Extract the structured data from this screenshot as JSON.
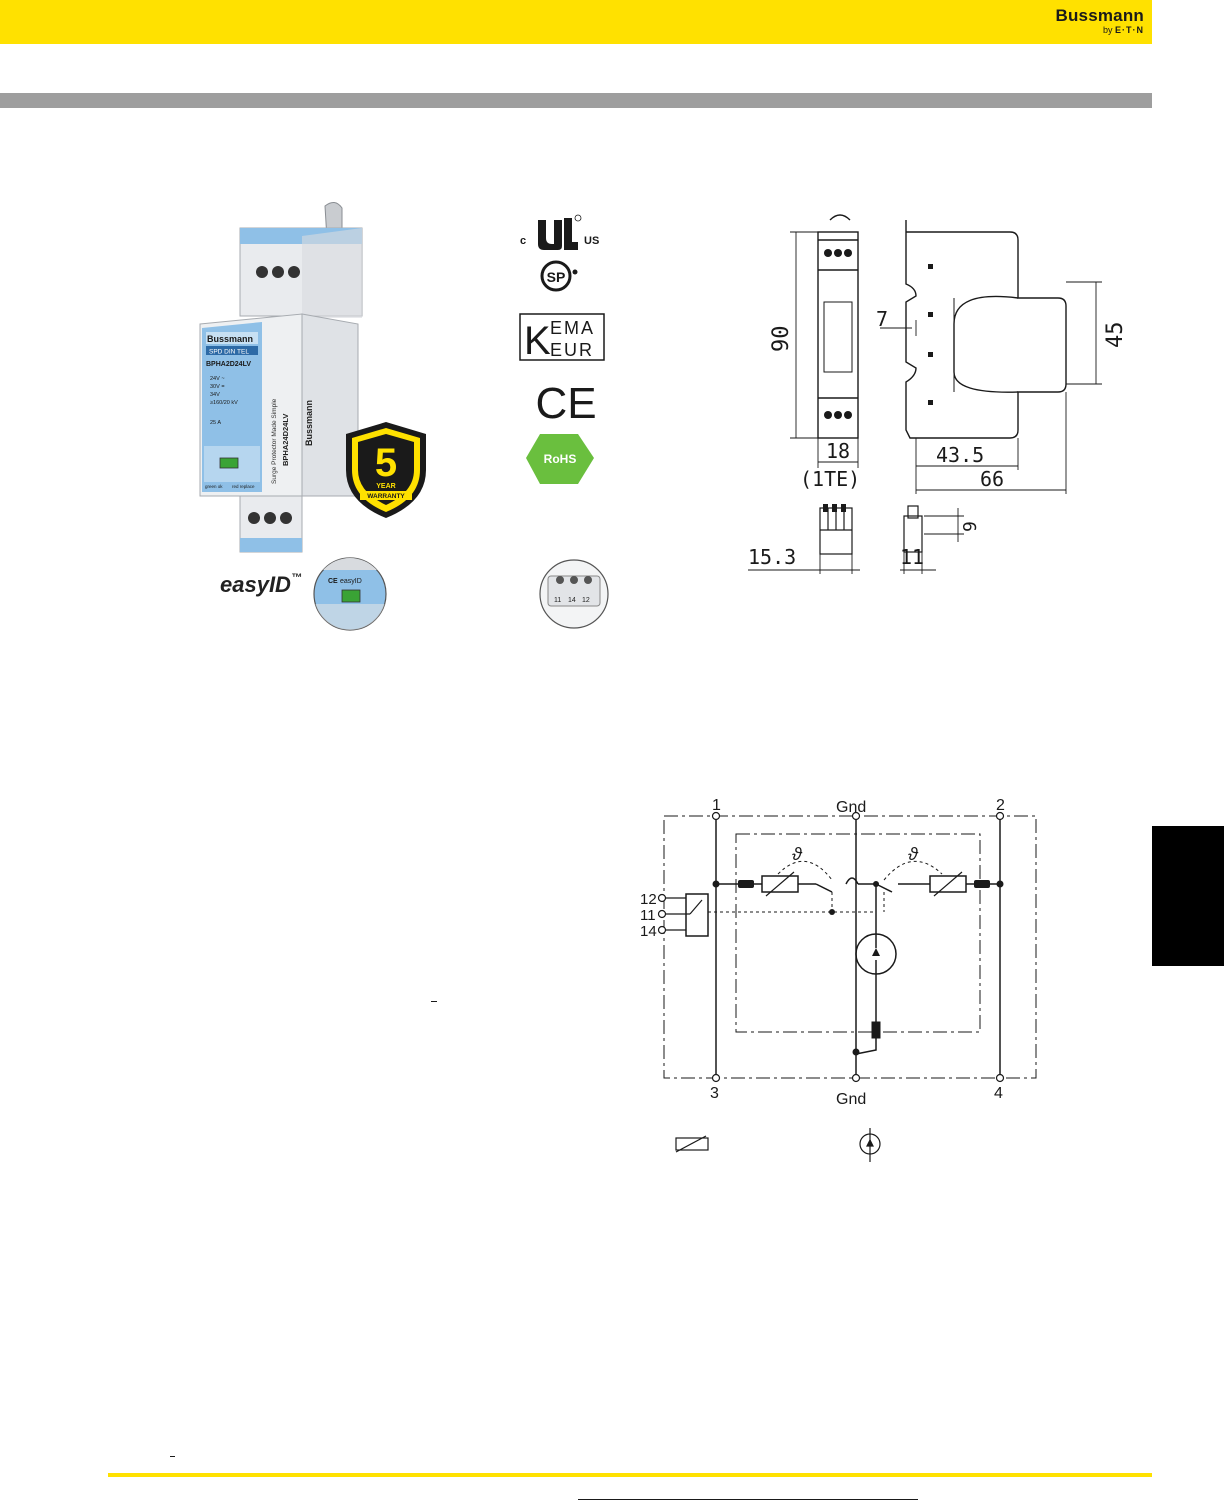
{
  "header": {
    "brand_name": "Bussmann",
    "brand_by": "by",
    "brand_parent": "E·T·N"
  },
  "product": {
    "label_brand": "Bussmann",
    "label_series": "SPD DIN TEL",
    "part_number": "BPHA2D24LV",
    "side_part_number": "BPHA24D24LV",
    "side_caption": "Surge Protector Made Simple",
    "side_brand": "Bussmann",
    "spec_lines": [
      "24V ~",
      "30V =",
      "34V",
      "≥160/20 kV"
    ],
    "current": "25 A",
    "status_left": "green ok",
    "status_right": "red replace"
  },
  "warranty": {
    "number": "5",
    "line1": "YEAR",
    "line2": "WARRANTY"
  },
  "easyid": {
    "logo": "easyID",
    "tm": "™",
    "ce": "CE",
    "inner": "easyID"
  },
  "certifications": {
    "ul_left": "c",
    "ul_right": "US",
    "csa": "SP",
    "kema_top": "EMA",
    "kema_bottom": "EUR",
    "kema_k": "K",
    "ce": "CE",
    "rohs": "RoHS"
  },
  "connector_pins": [
    "11",
    "14",
    "12"
  ],
  "dimensions": {
    "height": "90",
    "top_offset": "7",
    "module_height": "45",
    "width": "18",
    "width_units": "(1TE)",
    "depth_inner": "43.5",
    "depth_total": "66",
    "plug_width": "15.3",
    "plug_depth": "11",
    "plug_height": "9"
  },
  "schematic": {
    "terminal_1": "1",
    "terminal_2": "2",
    "terminal_3": "3",
    "terminal_4": "4",
    "gnd_top": "Gnd",
    "gnd_bottom": "Gnd",
    "remote_pins": [
      "12",
      "11",
      "14"
    ],
    "theta_left": "ϑ",
    "theta_right": "ϑ"
  }
}
